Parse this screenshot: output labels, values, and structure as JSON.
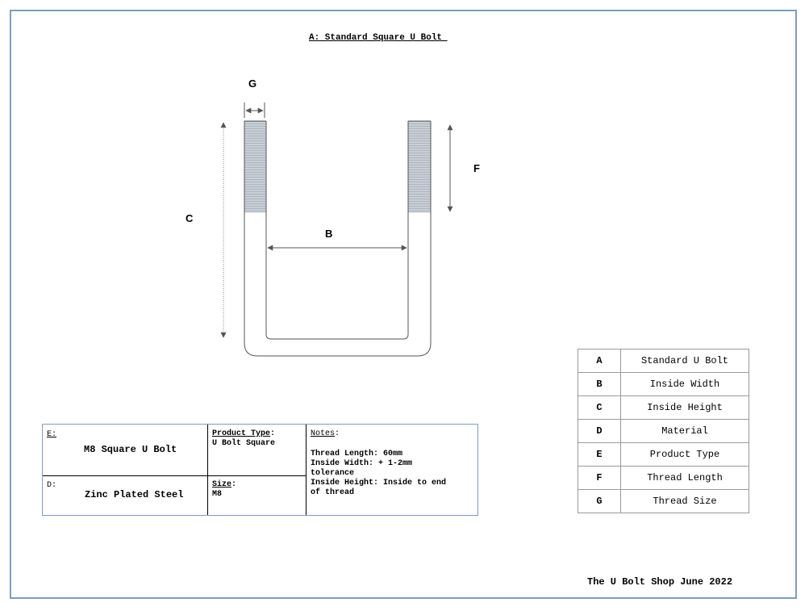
{
  "title": "A: Standard Square U Bolt ",
  "dimension_labels": {
    "g": "G",
    "c": "C",
    "b": "B",
    "f": "F"
  },
  "info": {
    "e_key": "E:",
    "e_value": "M8 Square U Bolt",
    "d_key": "D:",
    "d_value": "Zinc Plated Steel",
    "product_type_label": "Product Type",
    "product_type_value": "U Bolt Square",
    "size_label": "Size",
    "size_value": "M8",
    "notes_label": "Notes",
    "notes_lines": [
      "Thread Length: 60mm",
      "Inside Width:  + 1-2mm tolerance",
      "Inside Height: Inside to end of thread"
    ]
  },
  "legend": [
    {
      "key": "A",
      "value": "Standard U Bolt"
    },
    {
      "key": "B",
      "value": "Inside Width"
    },
    {
      "key": "C",
      "value": "Inside Height"
    },
    {
      "key": "D",
      "value": "Material"
    },
    {
      "key": "E",
      "value": "Product Type"
    },
    {
      "key": "F",
      "value": "Thread Length"
    },
    {
      "key": "G",
      "value": "Thread Size"
    }
  ],
  "footer": "The U Bolt Shop June 2022",
  "colors": {
    "border": "#7f9cc0",
    "thread": "#c4cbd3",
    "line": "#555555"
  }
}
